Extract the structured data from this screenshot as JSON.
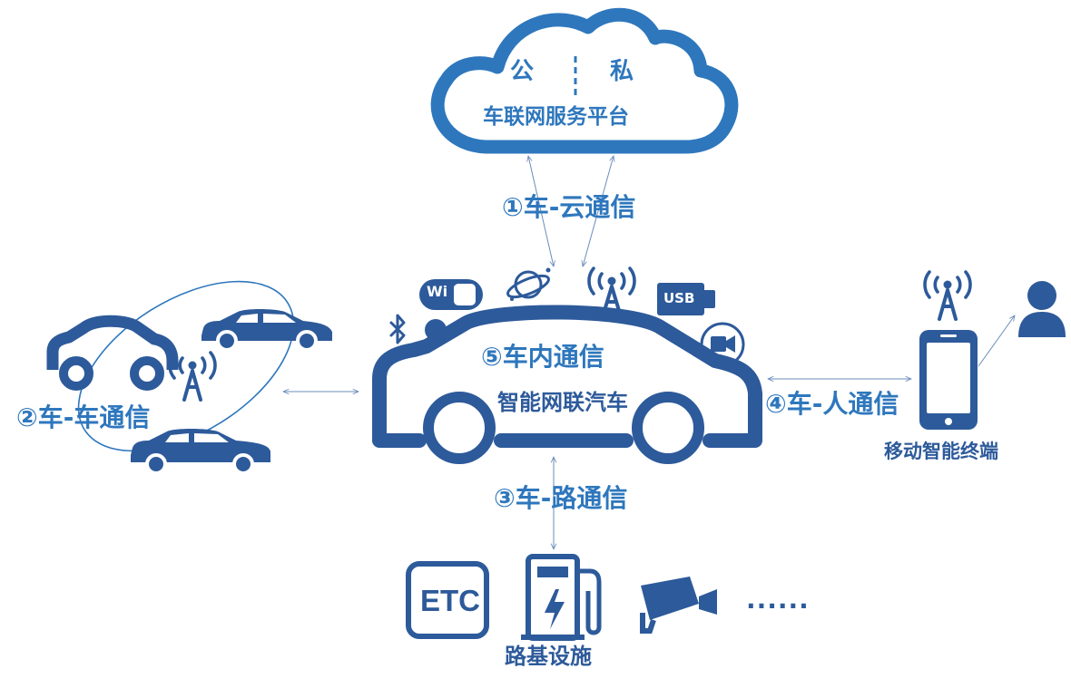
{
  "cloud": {
    "public_label": "公",
    "private_label": "私",
    "title": "车联网服务平台"
  },
  "links": {
    "v2c": "①车-云通信",
    "v2v": "②车-车通信",
    "v2r": "③车-路通信",
    "v2p": "④车-人通信",
    "in_vehicle": "⑤车内通信"
  },
  "car": {
    "label": "智能网联汽车",
    "icons": [
      "bluetooth-icon",
      "wifi-icon",
      "satellite-icon",
      "antenna-icon",
      "usb-icon",
      "camera-icon"
    ],
    "wifi_text": "Wi Fi",
    "usb_text": "USB"
  },
  "mobile": {
    "label": "移动智能终端"
  },
  "road": {
    "label": "路基设施",
    "etc_text": "ETC",
    "ellipsis": "......"
  },
  "colors": {
    "primary": "#2e77bd",
    "dark": "#2d5a9a",
    "line": "#6b8cba"
  }
}
